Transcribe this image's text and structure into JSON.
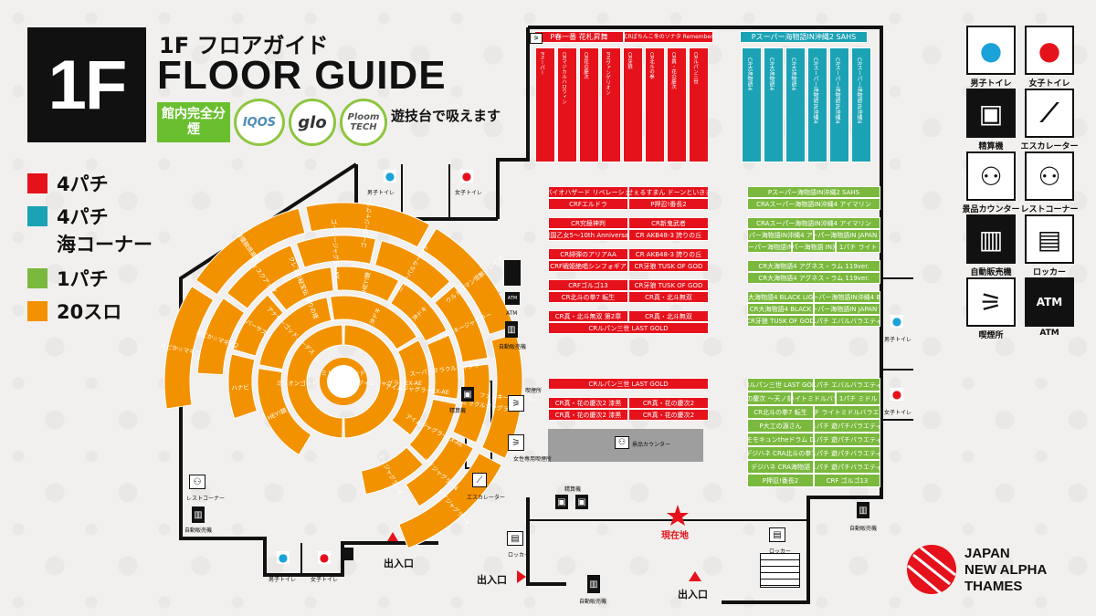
{
  "header": {
    "floor_badge": "1F",
    "title_jp": "1F フロアガイド",
    "title_en": "FLOOR GUIDE",
    "smoke_box": "館内完全分煙",
    "tobacco_brands": [
      "IQOS",
      "glo",
      "Ploom TECH"
    ],
    "smoke_note": "遊技台で吸えます"
  },
  "legend": [
    {
      "label": "4パチ",
      "color": "#e5121b"
    },
    {
      "label": "4パチ",
      "extra": "海コーナー",
      "color": "#1ba2b5"
    },
    {
      "label": "1パチ",
      "color": "#7ab93d"
    },
    {
      "label": "20スロ",
      "color": "#f39200"
    }
  ],
  "slots": {
    "outer_ring": [
      "まどか☆マギカ",
      "GI優駿倶楽部",
      "ゴーゴージャグラーKK",
      "ウルトラマン怪獣ブレイブ",
      "ファンキージャグラー",
      "マイジャグラー4"
    ],
    "ring2": [
      "まどか☆マギカ2",
      "ディスクアップ",
      "ゴーゴージャグラーKK",
      "ニューパルサーSP3",
      "ファンキージャグラー",
      "スーパーミラクルジャグラー",
      "マイジャグラー4"
    ],
    "ring3": [
      "ハナビ",
      "バーサス",
      "クレアの秘宝伝 眠りの塔",
      "HEY!鏡",
      "沖ドキ",
      "スーパーミラクルジャグラー",
      "アイムジャグラーEX-AE",
      "マイジャグラー4"
    ],
    "ring4": [
      "HEY!鏡",
      "アナザーゴッドハーデス",
      "沖ドキ",
      "アイムジャグラーEX-AE"
    ],
    "ring5": [
      "ミリオンゴッド",
      "アイムジャグラーEX-AE"
    ],
    "center": "ミリオンゴッド"
  },
  "top_strip": {
    "red_headers": [
      "P春一番 花札昇舞",
      "CRぱちんこ冬のソナタ Remember"
    ],
    "teal_header": "Pスーパー海物語IN沖縄2 SAHS",
    "red_columns": [
      "Pスーパー",
      "CRマジカルハロウィン",
      "CR花の慶次",
      "Pヱヴァンゲリオン",
      "CR牙狼",
      "CR北斗の拳",
      "CR真・花の慶次",
      "CRルパン三世"
    ],
    "teal_columns": [
      "CR大海物語4",
      "CR大海物語4",
      "CR大海物語4",
      "CRスーパー海物語IN沖縄4",
      "CRスーパー海物語IN沖縄4",
      "CRスーパー海物語IN沖縄4"
    ]
  },
  "red_booths": [
    [
      "CRFバイオハザード リベレーションズ",
      "CR笑ゥせぇるすまん ドーンといきまSHOW"
    ],
    [
      "CRFエルドラ",
      "P押忍!番長2"
    ],
    [
      "CR究極神判",
      "CR新鬼武者"
    ],
    [
      "CR戦国乙女5～10th Anniversary～",
      "CR AKB48-3 誇りの丘"
    ],
    [
      "CR緋弾のアリアAA",
      "CR AKB48-3 誇りの丘"
    ],
    [
      "CRF戦姫絶唱シンフォギア",
      "CR牙狼 TUSK OF GOD"
    ],
    [
      "CRFゴルゴ13",
      "CR牙狼 TUSK OF GOD"
    ],
    [
      "CR北斗の拳7 転生",
      "CR真・北斗無双"
    ],
    [
      "CR真・北斗無双 第2章",
      "CR真・北斗無双"
    ],
    [
      "CRルパン三世 LAST GOLD"
    ]
  ],
  "red_booths_lower": [
    [
      "CRルパン三世 LAST GOLD"
    ],
    [
      "CR真・花の慶次2 漆黒",
      "CR真・花の慶次2"
    ],
    [
      "CR真・花の慶次2 漆黒",
      "CR真・花の慶次2"
    ]
  ],
  "green_booths": [
    [
      "Pスーパー海物語IN沖縄2 SAHS"
    ],
    [
      "CRAスーパー海物語IN沖縄4 アイマリン"
    ],
    [
      "CRAスーパー海物語IN沖縄4 アイマリン"
    ],
    [
      "CRAスーパー海物語IN沖縄4 アイマリン",
      "CRスーパー海物語IN JAPAN 桃太郎"
    ],
    [
      "CRAスーパー海物語IN沖縄4",
      "スーパー海物語 IN沖縄4",
      "1パチ ライト"
    ],
    [
      "CR大海物語4 アグネス・ラム 119ver."
    ],
    [
      "CR大海物語4 アグネス・ラム 119ver."
    ],
    [
      "CR大海物語4 BLACK LIGHT",
      "CRスーパー海物語IN沖縄4 BLACK"
    ],
    [
      "CR大海物語4 BLACK",
      "CRスーパー海物語IN JAPAN 桃太郎"
    ],
    [
      "CR牙狼 TUSK OF GOD",
      "1パチ エバルバラエティ"
    ]
  ],
  "green_booths_lower": [
    [
      "CRルパン三世 LAST GOLD",
      "1パチ エバルバラエティ"
    ],
    [
      "CR花の慶次 〜天ノ刻〜SP",
      "1パチ ライトミドルバラエティ",
      "1パチ ミドル"
    ],
    [
      "CR北斗の拳7 転生",
      "1パチ ライトミドルバラエティ"
    ],
    [
      "P大工の源さん",
      "1パチ 遊パチバラエティ"
    ],
    [
      "PAモモキュンtheドラム DLA",
      "1パチ 遊パチバラエティ"
    ],
    [
      "デジハネ CRA北斗の拳7",
      "1パチ 遊パチバラエティ"
    ],
    [
      "デジハネ CRA海物語",
      "1パチ 遊パチバラエティ"
    ],
    [
      "P押忍!番長2",
      "CRF ゴルゴ13"
    ]
  ],
  "map_labels": {
    "mens_toilet": "男子トイレ",
    "womens_toilet": "女子トイレ",
    "atm": "ATM",
    "vending": "自動販売機",
    "smoking": "喫煙所",
    "womens_smoking": "女性専用喫煙所",
    "exchange": "精算機",
    "escalator": "エスカレーター",
    "rest_corner": "レストコーナー",
    "prize_counter": "景品カウンター",
    "locker": "ロッカー",
    "entrance": "出入口",
    "current_location": "現在地"
  },
  "icon_legend": [
    {
      "icon": "mens-toilet-icon",
      "label": "男子トイレ",
      "color": "#1ba2d9"
    },
    {
      "icon": "womens-toilet-icon",
      "label": "女子トイレ",
      "color": "#e5121b"
    },
    {
      "icon": "exchange-machine-icon",
      "label": "精算機"
    },
    {
      "icon": "escalator-icon",
      "label": "エスカレーター"
    },
    {
      "icon": "prize-counter-icon",
      "label": "景品カウンター"
    },
    {
      "icon": "rest-corner-icon",
      "label": "レストコーナー"
    },
    {
      "icon": "vending-machine-icon",
      "label": "自動販売機"
    },
    {
      "icon": "locker-icon",
      "label": "ロッカー"
    },
    {
      "icon": "smoking-area-icon",
      "label": "喫煙所"
    },
    {
      "icon": "atm-icon",
      "label": "ATM"
    }
  ],
  "brand": [
    "JAPAN",
    "NEW ALPHA",
    "THAMES"
  ]
}
